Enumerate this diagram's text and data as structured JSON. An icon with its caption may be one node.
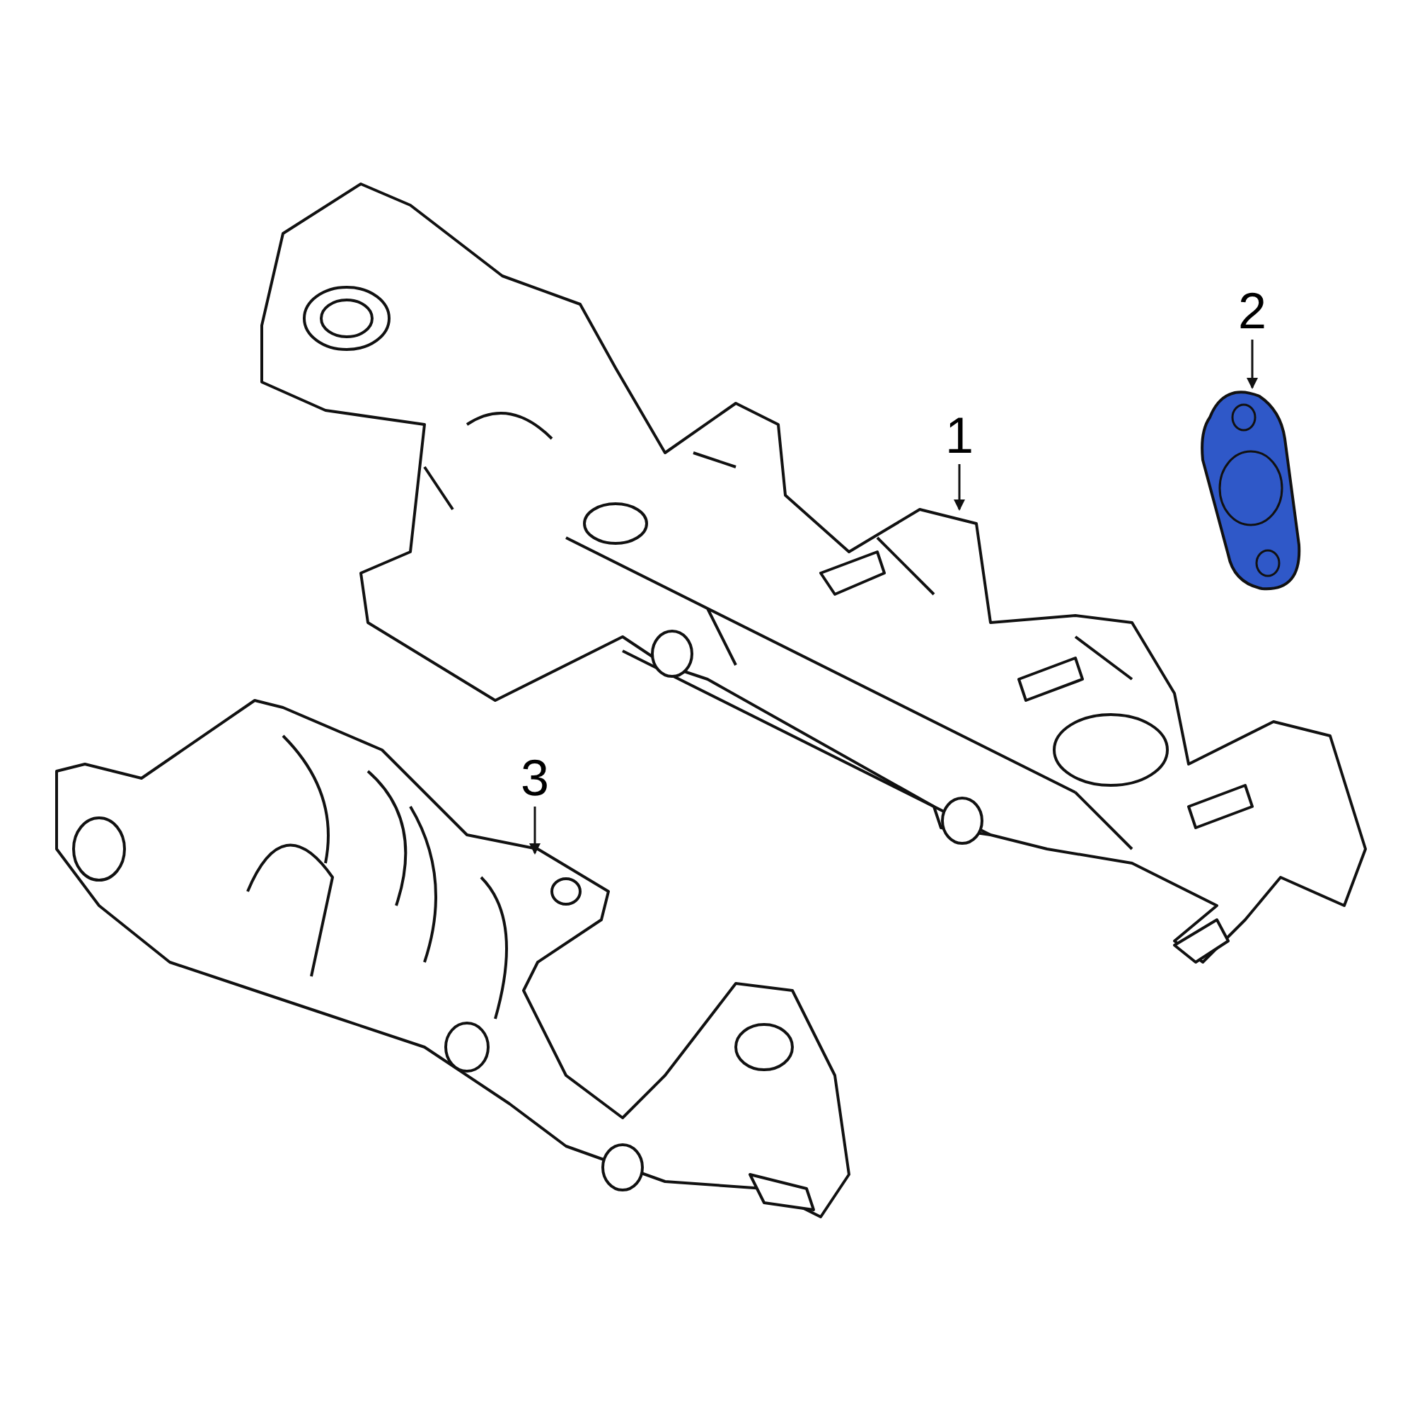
{
  "diagram": {
    "nodes": [
      {
        "text": [
          "1"
        ]
      },
      {
        "text": [],
        "shape": "picture"
      },
      {
        "text": [
          "2"
        ]
      },
      {
        "text": [],
        "shape": "picture"
      },
      {
        "text": [
          "3"
        ]
      },
      {
        "text": [],
        "shape": "picture"
      }
    ],
    "edges": [
      {
        "from": 0,
        "to": 1,
        "arrow": "to"
      },
      {
        "from": 2,
        "to": 3,
        "arrow": "to"
      },
      {
        "from": 4,
        "to": 5,
        "arrow": "to"
      }
    ]
  }
}
